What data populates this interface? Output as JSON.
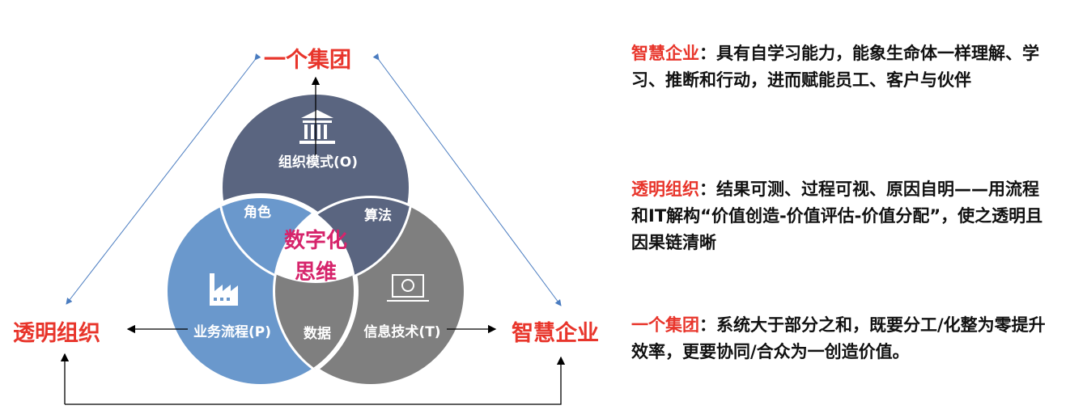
{
  "nodes": {
    "top": "一个集团",
    "left": "透明组织",
    "right": "智慧企业"
  },
  "venn": {
    "top_circle": "组织模式(O)",
    "left_circle": "业务流程(P)",
    "right_circle": "信息技术(T)",
    "overlap_top_left": "角色",
    "overlap_top_right": "算法",
    "overlap_bottom": "数据",
    "center": [
      "数字化",
      "思维"
    ]
  },
  "descriptions": [
    {
      "term": "智慧企业",
      "text": "：具有自学习能力，能象生命体一样理解、学习、推断和行动，进而赋能员工、客户与伙伴"
    },
    {
      "term": "透明组织",
      "text": "：结果可测、过程可视、原因自明——用流程和IT解构“价值创造-价值评估-价值分配”，使之透明且因果链清晰"
    },
    {
      "term": "一个集团",
      "text": "：系统大于部分之和，既要分工/化整为零提升效率，更要协同/合众为一创造价值。"
    }
  ],
  "colors": {
    "accent": "#e8352b",
    "top": "#5a6580",
    "left": "#6a98cc",
    "right": "#7f7f7f",
    "center_text": "#d6246b"
  }
}
